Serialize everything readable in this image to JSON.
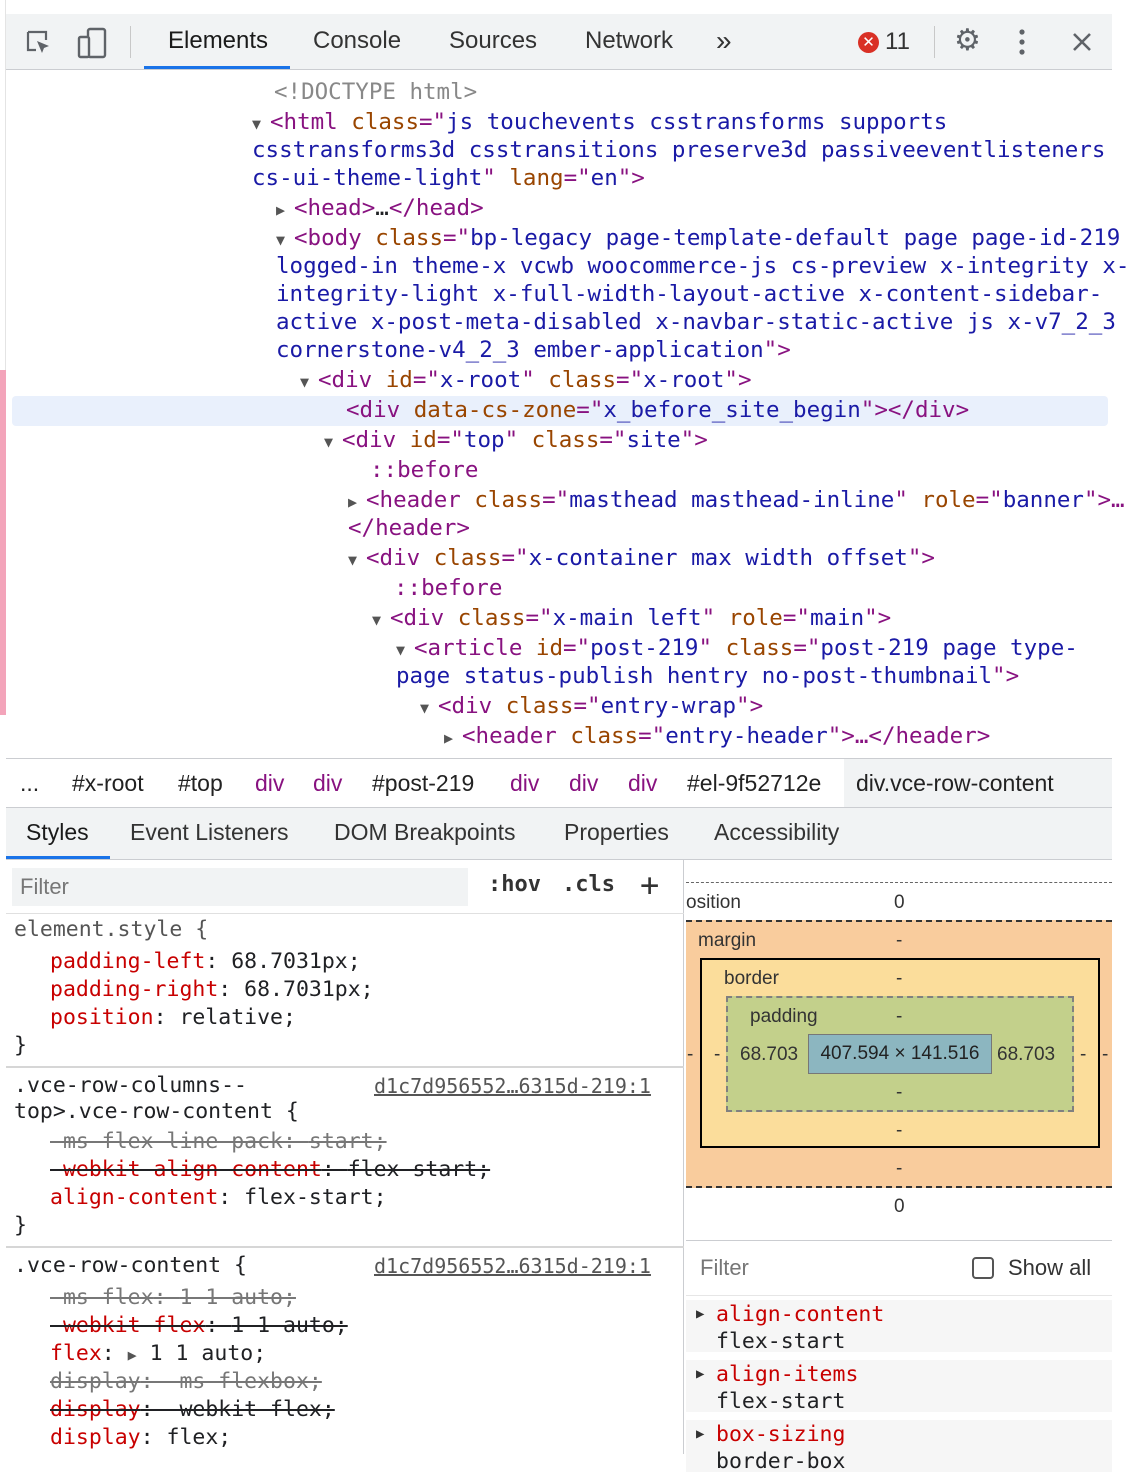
{
  "toolbar": {
    "tabs": [
      "Elements",
      "Console",
      "Sources",
      "Network"
    ],
    "more": "»",
    "error_count": "11"
  },
  "dom": {
    "doctype": "<!DOCTYPE html>",
    "html_class_1": "js touchevents csstransforms supports",
    "html_class_2": "csstransforms3d csstransitions preserve3d passiveeventlisteners",
    "html_class_3": "cs-ui-theme-light",
    "html_lang": "en",
    "body_class_1": "bp-legacy page-template-default page page-id-219",
    "body_class_2": "logged-in theme-x vcwb woocommerce-js cs-preview x-integrity x-",
    "body_class_3": "integrity-light x-full-width-layout-active x-content-sidebar-",
    "body_class_4": "active x-post-meta-disabled x-navbar-static-active js x-v7_2_3",
    "body_class_5": "cornerstone-v4_2_3 ember-application",
    "root_id": "x-root",
    "root_class": "x-root",
    "zone": "x_before_site_begin",
    "top_id": "top",
    "top_class": "site",
    "before": "::before",
    "header_class": "masthead masthead-inline",
    "header_role": "banner",
    "container_class": "x-container max width offset",
    "main_class": "x-main left",
    "main_role": "main",
    "article_id": "post-219",
    "article_class_1": "post-219 page type-",
    "article_class_2": "page status-publish hentry no-post-thumbnail",
    "entry_wrap": "entry-wrap",
    "entry_header": "entry-header"
  },
  "breadcrumb": [
    "...",
    "#x-root",
    "#top",
    "div",
    "div",
    "#post-219",
    "div",
    "div",
    "div",
    "#el-9f52712e",
    "div.vce-row-content"
  ],
  "subtabs": [
    "Styles",
    "Event Listeners",
    "DOM Breakpoints",
    "Properties",
    "Accessibility"
  ],
  "styles": {
    "filter_placeholder": "Filter",
    "hov": ":hov",
    "cls": ".cls",
    "add": "+",
    "element_style": "element.style {",
    "r1_p1": "padding-left",
    "r1_v1": "68.7031px;",
    "r1_p2": "padding-right",
    "r1_v2": "68.7031px;",
    "r1_p3": "position",
    "r1_v3": "relative;",
    "close": "}",
    "r2_sel_1": ".vce-row-columns--",
    "r2_sel_2": "top>.vce-row-content {",
    "r2_src": "d1c7d956552…6315d-219:1",
    "r2_p1": "-ms-flex-line-pack",
    "r2_v1": "start;",
    "r2_p2": "-webkit-align-content",
    "r2_v2": "flex-start;",
    "r2_p3": "align-content",
    "r2_v3": "flex-start;",
    "r3_sel": ".vce-row-content {",
    "r3_src": "d1c7d956552…6315d-219:1",
    "r3_p1": "-ms-flex",
    "r3_v1": "1 1 auto;",
    "r3_p2": "-webkit-flex",
    "r3_v2": "1 1 auto;",
    "r3_p3": "flex",
    "r3_v3": "1 1 auto;",
    "r3_p4": "display",
    "r3_v4": "-ms-flexbox;",
    "r3_p5": "display",
    "r3_v5": "-webkit-flex;",
    "r3_p6": "display",
    "r3_v6": "flex;"
  },
  "boxmodel": {
    "position_label": "osition",
    "position_top": "0",
    "position_bottom": "0",
    "margin_label": "margin",
    "border_label": "border",
    "padding_label": "padding",
    "dash": "-",
    "padding_left": "68.703",
    "padding_right": "68.703",
    "content": "407.594 × 141.516"
  },
  "computed": {
    "filter_placeholder": "Filter",
    "show_all": "Show all",
    "props": [
      {
        "name": "align-content",
        "value": "flex-start"
      },
      {
        "name": "align-items",
        "value": "flex-start"
      },
      {
        "name": "box-sizing",
        "value": "border-box"
      }
    ]
  },
  "colors": {
    "accent": "#1a73e8",
    "tag": "#881280",
    "attr": "#994500",
    "value": "#1a1aa6",
    "error": "#d93025"
  }
}
